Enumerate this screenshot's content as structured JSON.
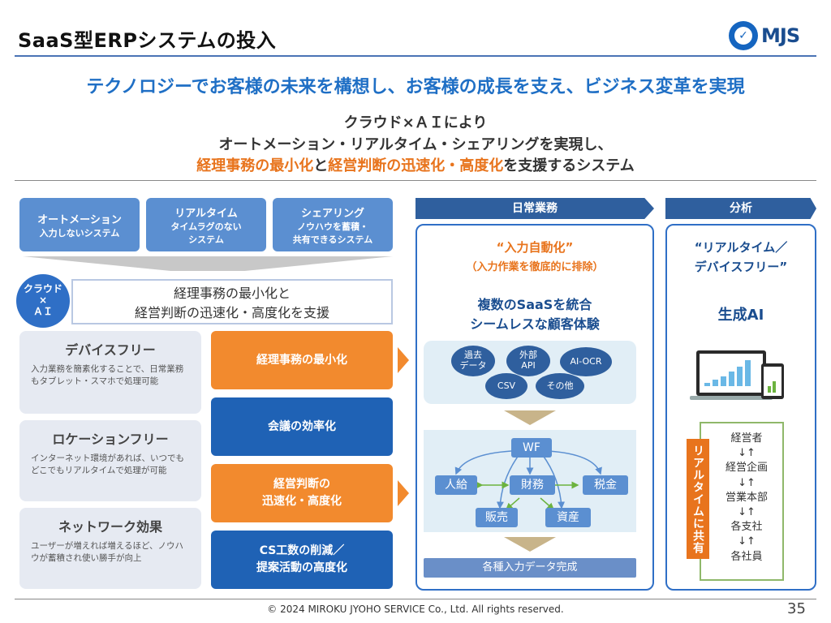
{
  "header": {
    "title": "SaaS型ERPシステムの投入",
    "logo_text": "MJS"
  },
  "tagline": "テクノロジーでお客様の未来を構想し、お客様の成長を支え、ビジネス変革を実現",
  "subtitle": {
    "line1": "クラウド×ＡＩにより",
    "line2": "オートメーション・リアルタイム・シェアリングを実現し、",
    "line3_orange_a": "経理事務の最小化",
    "line3_mid": "と",
    "line3_orange_b": "経営判断の迅速化・高度化",
    "line3_end": "を支援するシステム"
  },
  "pills": [
    {
      "main": "オートメーション",
      "sub": "入力しないシステム"
    },
    {
      "main": "リアルタイム",
      "sub1": "タイムラグのない",
      "sub2": "システム"
    },
    {
      "main": "シェアリング",
      "sub1": "ノウハウを蓄積・",
      "sub2": "共有できるシステム"
    }
  ],
  "cloud_ai": {
    "l1": "クラウド",
    "l2": "×",
    "l3": "ＡＩ"
  },
  "support": {
    "l1": "経理事務の最小化と",
    "l2": "経営判断の迅速化・高度化を支援"
  },
  "features": [
    {
      "heading": "デバイスフリー",
      "desc": "入力業務を簡素化することで、日常業務もタブレット・スマホで処理可能"
    },
    {
      "heading": "ロケーションフリー",
      "desc": "インターネット環境があれば、いつでもどこでもリアルタイムで処理が可能"
    },
    {
      "heading": "ネットワーク効果",
      "desc": "ユーザーが増えれば増えるほど、ノウハウが蓄積され使い勝手が向上"
    }
  ],
  "benefits": [
    {
      "l1": "経理事務の最小化",
      "l2": "",
      "color": "#f28a2e"
    },
    {
      "l1": "会議の効率化",
      "l2": "",
      "color": "#1f62b5"
    },
    {
      "l1": "経営判断の",
      "l2": "迅速化・高度化",
      "color": "#f28a2e"
    },
    {
      "l1": "CS工数の削減／",
      "l2": "提案活動の高度化",
      "color": "#1f62b5"
    }
  ],
  "daily": {
    "banner": "日常業務",
    "quote": "“入力自動化”",
    "quote_sub": "（入力作業を徹底的に排除）",
    "integ_l1": "複数のSaaSを統合",
    "integ_l2": "シームレスな顧客体験",
    "chips": [
      {
        "l1": "過去",
        "l2": "データ"
      },
      {
        "l1": "外部",
        "l2": "API"
      },
      {
        "l1": "AI-OCR",
        "l2": ""
      },
      {
        "l1": "CSV",
        "l2": ""
      },
      {
        "l1": "その他",
        "l2": ""
      }
    ],
    "nodes": {
      "wf": "WF",
      "jinkyu": "人給",
      "zaimu": "財務",
      "zeikin": "税金",
      "hanbai": "販売",
      "shisan": "資産"
    },
    "bottom_bar": "各種入力データ完成"
  },
  "analysis": {
    "banner": "分析",
    "quote_l1": "“リアルタイム／",
    "quote_l2": "デバイスフリー”",
    "gen_ai": "生成AI",
    "vtag": "リアルタイムに共有",
    "hierarchy": [
      "経営者",
      "↓↑",
      "経営企画",
      "↓↑",
      "営業本部",
      "↓↑",
      "各支社",
      "↓↑",
      "各社員"
    ]
  },
  "footer": {
    "copyright": "© 2024 MIROKU JYOHO SERVICE Co., Ltd. All rights reserved.",
    "page": "35"
  },
  "colors": {
    "accent_blue": "#1f6fc5",
    "accent_orange": "#e8741d",
    "navy": "#2f5f9e"
  }
}
